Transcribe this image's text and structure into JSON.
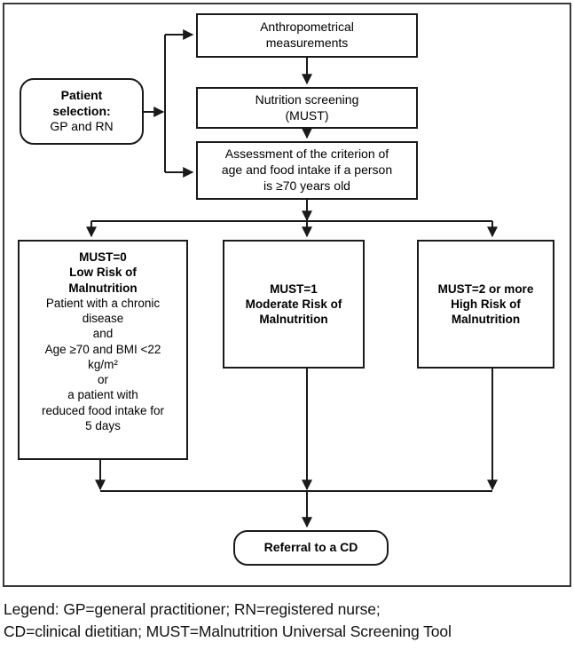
{
  "figure": {
    "type": "flowchart",
    "orientation": "top-to-bottom",
    "frame_color": "#3a3a3a",
    "node_border_color": "#1a1a1a",
    "background_color": "#ffffff"
  },
  "nodes": {
    "patient_selection": {
      "shape": "rounded-rectangle",
      "lines": [
        {
          "text": "Patient",
          "weight": "bold"
        },
        {
          "text": "selection:",
          "weight": "bold"
        },
        {
          "text": "GP and RN",
          "weight": "normal"
        }
      ]
    },
    "anthropometrical": {
      "shape": "rectangle",
      "lines": [
        {
          "text": "Anthropometrical",
          "weight": "normal"
        },
        {
          "text": "measurements",
          "weight": "normal"
        }
      ]
    },
    "nutrition_screening": {
      "shape": "rectangle",
      "lines": [
        {
          "text": "Nutrition screening",
          "weight": "normal"
        },
        {
          "text": "(MUST)",
          "weight": "normal"
        }
      ]
    },
    "assessment": {
      "shape": "rectangle",
      "lines": [
        {
          "text": "Assessment of the criterion of",
          "weight": "normal"
        },
        {
          "text": "age and food intake if a person",
          "weight": "normal"
        },
        {
          "text": "is ≥70 years old",
          "weight": "normal"
        }
      ]
    },
    "must_0": {
      "shape": "rectangle",
      "lines": [
        {
          "text": "MUST=0",
          "weight": "bold"
        },
        {
          "text": "Low Risk of",
          "weight": "bold"
        },
        {
          "text": "Malnutrition",
          "weight": "bold"
        },
        {
          "text": "Patient with a chronic",
          "weight": "normal"
        },
        {
          "text": "disease",
          "weight": "normal"
        },
        {
          "text": "and",
          "weight": "normal"
        },
        {
          "text": "Age ≥70 and BMI <22",
          "weight": "normal"
        },
        {
          "text": "kg/m²",
          "weight": "normal"
        },
        {
          "text": "or",
          "weight": "normal"
        },
        {
          "text": "a patient with",
          "weight": "normal"
        },
        {
          "text": "reduced food intake for",
          "weight": "normal"
        },
        {
          "text": "5 days",
          "weight": "normal"
        }
      ]
    },
    "must_1": {
      "shape": "rectangle",
      "lines": [
        {
          "text": "MUST=1",
          "weight": "bold"
        },
        {
          "text": "Moderate Risk of",
          "weight": "bold"
        },
        {
          "text": "Malnutrition",
          "weight": "bold"
        }
      ]
    },
    "must_2": {
      "shape": "rectangle",
      "lines": [
        {
          "text": "MUST=2 or more",
          "weight": "bold"
        },
        {
          "text": "High Risk of",
          "weight": "bold"
        },
        {
          "text": "Malnutrition",
          "weight": "bold"
        }
      ]
    },
    "referral": {
      "shape": "rounded-rectangle",
      "lines": [
        {
          "text": "Referral to a CD",
          "weight": "bold"
        }
      ]
    }
  },
  "edges": [
    {
      "from": "patient_selection",
      "to": "anthropometrical",
      "style": "elbow-arrow"
    },
    {
      "from": "patient_selection",
      "to": "assessment",
      "style": "elbow-arrow"
    },
    {
      "from": "anthropometrical",
      "to": "nutrition_screening",
      "style": "straight-arrow"
    },
    {
      "from": "nutrition_screening",
      "to": "assessment",
      "style": "straight-arrow"
    },
    {
      "from": "assessment",
      "to": "must_0",
      "style": "bus-split-arrow"
    },
    {
      "from": "assessment",
      "to": "must_1",
      "style": "bus-split-arrow"
    },
    {
      "from": "assessment",
      "to": "must_2",
      "style": "bus-split-arrow"
    },
    {
      "from": "must_0",
      "to": "referral",
      "style": "bus-merge-arrow"
    },
    {
      "from": "must_1",
      "to": "referral",
      "style": "bus-merge-arrow"
    },
    {
      "from": "must_2",
      "to": "referral",
      "style": "bus-merge-arrow"
    }
  ],
  "legend": {
    "lines": [
      "Legend: GP=general practitioner; RN=registered nurse;",
      "CD=clinical dietitian; MUST=Malnutrition Universal Screening Tool"
    ],
    "abbreviations": [
      {
        "short": "GP",
        "long": "general practitioner"
      },
      {
        "short": "RN",
        "long": "registered nurse"
      },
      {
        "short": "CD",
        "long": "clinical dietitian"
      },
      {
        "short": "MUST",
        "long": "Malnutrition Universal Screening Tool"
      }
    ]
  }
}
